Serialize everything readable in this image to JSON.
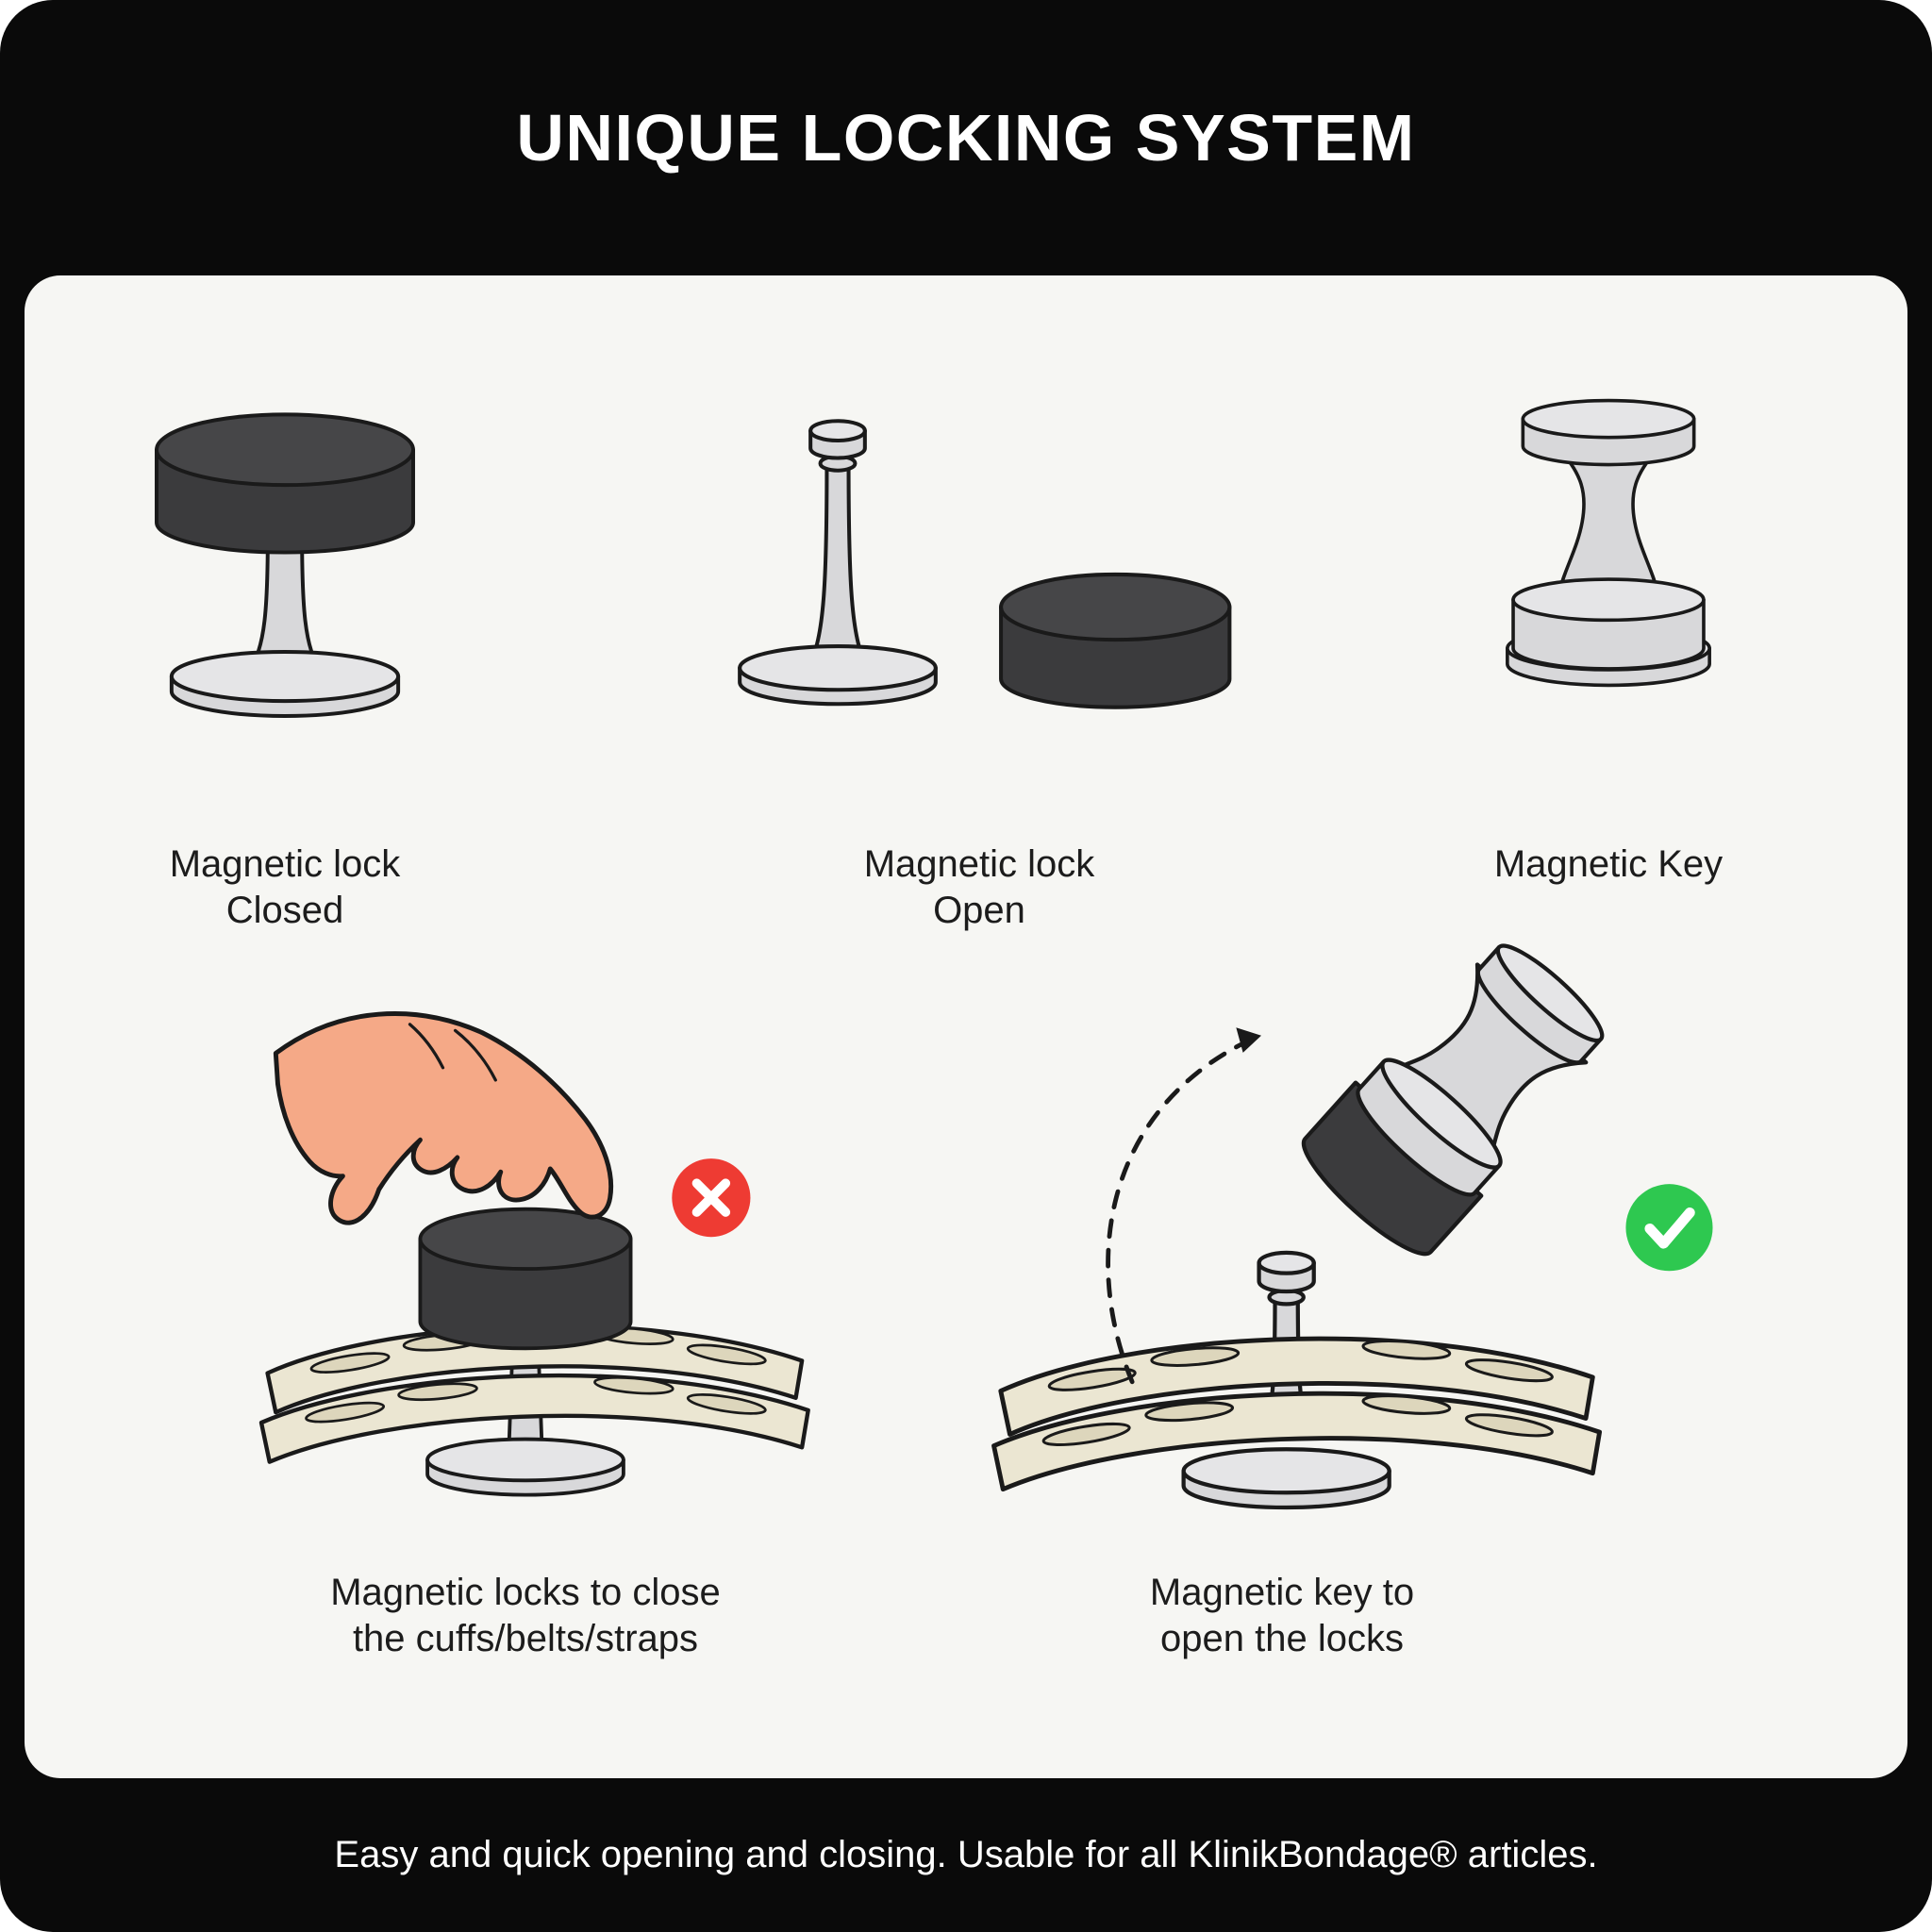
{
  "header": {
    "title": "UNIQUE LOCKING SYSTEM"
  },
  "figures": {
    "lock_closed": {
      "label_line1": "Magnetic lock",
      "label_line2": "Closed"
    },
    "lock_open": {
      "label_line1": "Magnetic lock",
      "label_line2": "Open"
    },
    "magnetic_key": {
      "label_line1": "Magnetic Key",
      "label_line2": ""
    },
    "close_demo": {
      "label_line1": "Magnetic locks to close",
      "label_line2": "the cuffs/belts/straps",
      "badge_icon": "x-circle-icon"
    },
    "open_demo": {
      "label_line1": "Magnetic key to",
      "label_line2": "open the locks",
      "badge_icon": "check-circle-icon"
    }
  },
  "footer": {
    "text": "Easy and quick opening and closing. Usable for all KlinikBondage® articles."
  },
  "colors": {
    "page_bg": "#0A0A0A",
    "panel": "#F6F6F3",
    "ink": "#1A1A1A",
    "metal": "#D8D8DA",
    "metal_light": "#E5E5E7",
    "dark": "#3B3B3D",
    "dark_top": "#464648",
    "strap": "#EBE6D2",
    "slot": "#DDD6BC",
    "skin": "#F5A987",
    "badge_red": "#EE3B33",
    "badge_green": "#2EC850",
    "text_dark": "#1C1C1C",
    "text_light": "#FFFFFF"
  }
}
